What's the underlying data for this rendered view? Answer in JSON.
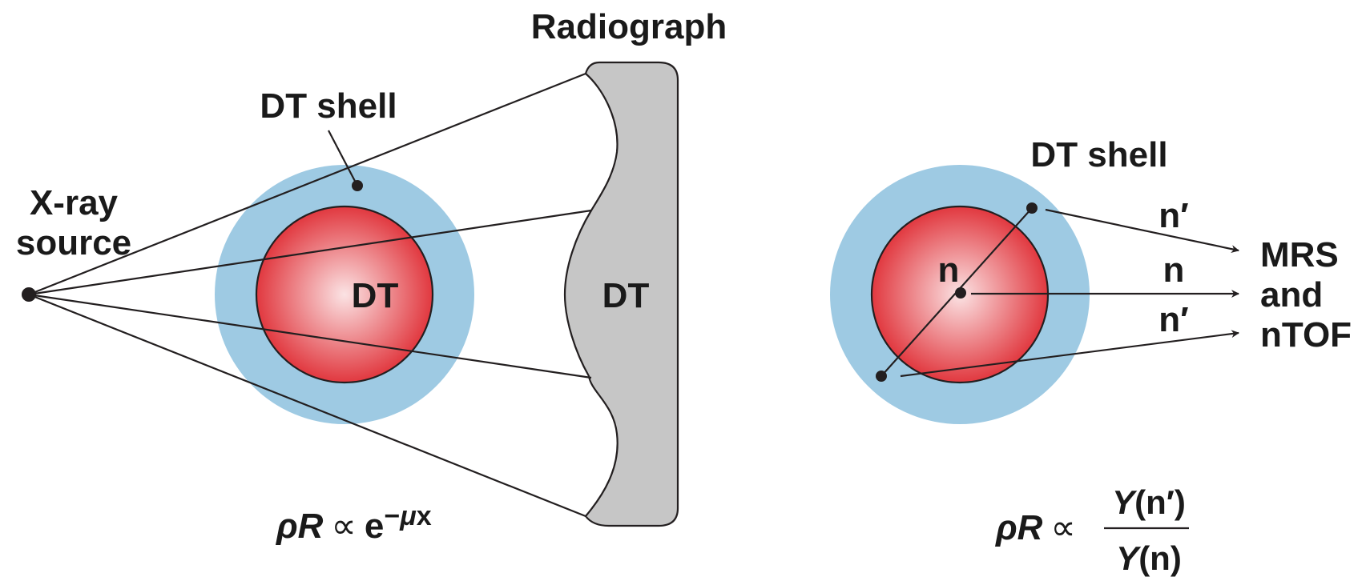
{
  "colors": {
    "shell": "#9ecae3",
    "core_center": "#fbe3e4",
    "core_edge": "#e1383f",
    "radiograph_fill": "#c6c6c6",
    "ink": "#231f20"
  },
  "left_panel": {
    "title": "Radiograph",
    "xray_label_line1": "X-ray",
    "xray_label_line2": "source",
    "shell_label": "DT shell",
    "core_label": "DT",
    "radiograph_label": "DT",
    "formula": {
      "lhs_rho": "ρ",
      "lhs_R": "R",
      "prop": "∝",
      "base": "e",
      "exp_minus": "−",
      "exp_mu": "μ",
      "exp_x": "x"
    }
  },
  "right_panel": {
    "shell_label": "DT shell",
    "core_label": "n",
    "arrow_labels": [
      "n′",
      "n",
      "n′"
    ],
    "detector_label_line1": "MRS",
    "detector_label_line2": "and",
    "detector_label_line3": "nTOF",
    "formula": {
      "lhs_rho": "ρ",
      "lhs_R": "R",
      "prop": "∝",
      "num_Y": "Y",
      "num_arg": "(n′)",
      "den_Y": "Y",
      "den_arg": "(n)"
    }
  }
}
